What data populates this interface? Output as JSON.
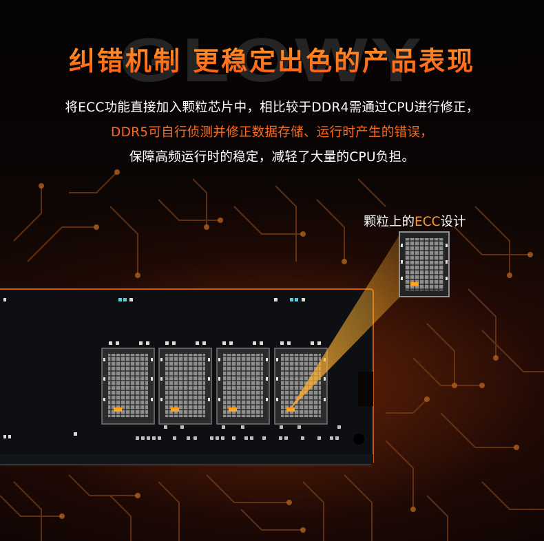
{
  "watermark": "GLOWY",
  "title": "纠错机制 更稳定出色的产品表现",
  "description": {
    "line1": "将ECC功能直接加入颗粒芯片中，相比较于DDR4需通过CPU进行修正，",
    "line2": "DDR5可自行侦测并修正数据存储、运行时产生的错误，",
    "line3": "保障高频运行时的稳定，减轻了大量的CPU负担。"
  },
  "callout": {
    "prefix": "颗粒上的",
    "highlight": "ECC",
    "suffix": "设计"
  },
  "colors": {
    "accent": "#ff6a1a",
    "title_gradient_top": "#ff9b2c",
    "title_gradient_bottom": "#ff5a14",
    "pcb": "#0d0f12",
    "chip_cell": "#9a9a9a",
    "ecc_cell": "#ffa21e",
    "trace": "#8a4a18"
  }
}
